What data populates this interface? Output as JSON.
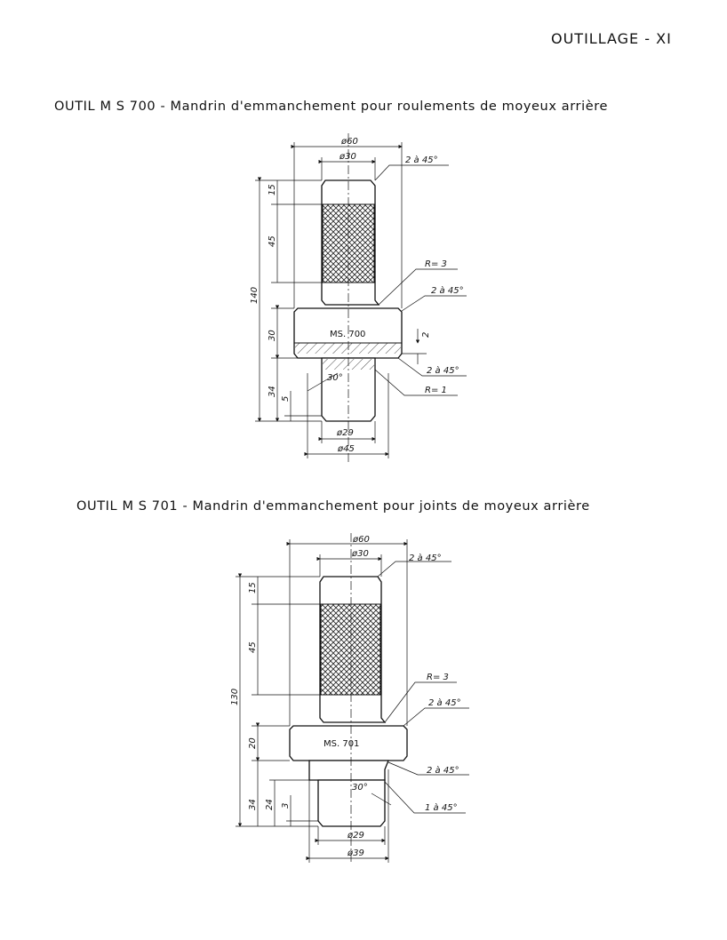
{
  "header": {
    "section": "OUTILLAGE - XI"
  },
  "tool1": {
    "title": "OUTIL M S 700 - Mandrin d'emmanchement pour roulements de moyeux arrière",
    "marking": "MS. 700",
    "dims": {
      "d60": "ø60",
      "d30": "ø30",
      "d29": "ø29",
      "d45": "ø45",
      "c1": "2 à 45°",
      "c2": "2 à 45°",
      "c3": "2 à 45°",
      "r3": "R= 3",
      "r1": "R= 1",
      "h15": "15",
      "h45": "45",
      "h140": "140",
      "h30": "30",
      "h34": "34",
      "h5": "5",
      "h2": "2",
      "a30": "30°"
    }
  },
  "tool2": {
    "title": "OUTIL M S 701 - Mandrin d'emmanchement pour joints de moyeux arrière",
    "marking": "MS. 701",
    "dims": {
      "d60": "ø60",
      "d30": "ø30",
      "d29": "ø29",
      "d39": "ø39",
      "c1": "2 à 45°",
      "c2": "2 à 45°",
      "c3": "2 à 45°",
      "c4": "1 à 45°",
      "r3": "R= 3",
      "h15": "15",
      "h45": "45",
      "h130": "130",
      "h20": "20",
      "h34": "34",
      "h24": "24",
      "h3": "3",
      "a30": "30°"
    }
  }
}
